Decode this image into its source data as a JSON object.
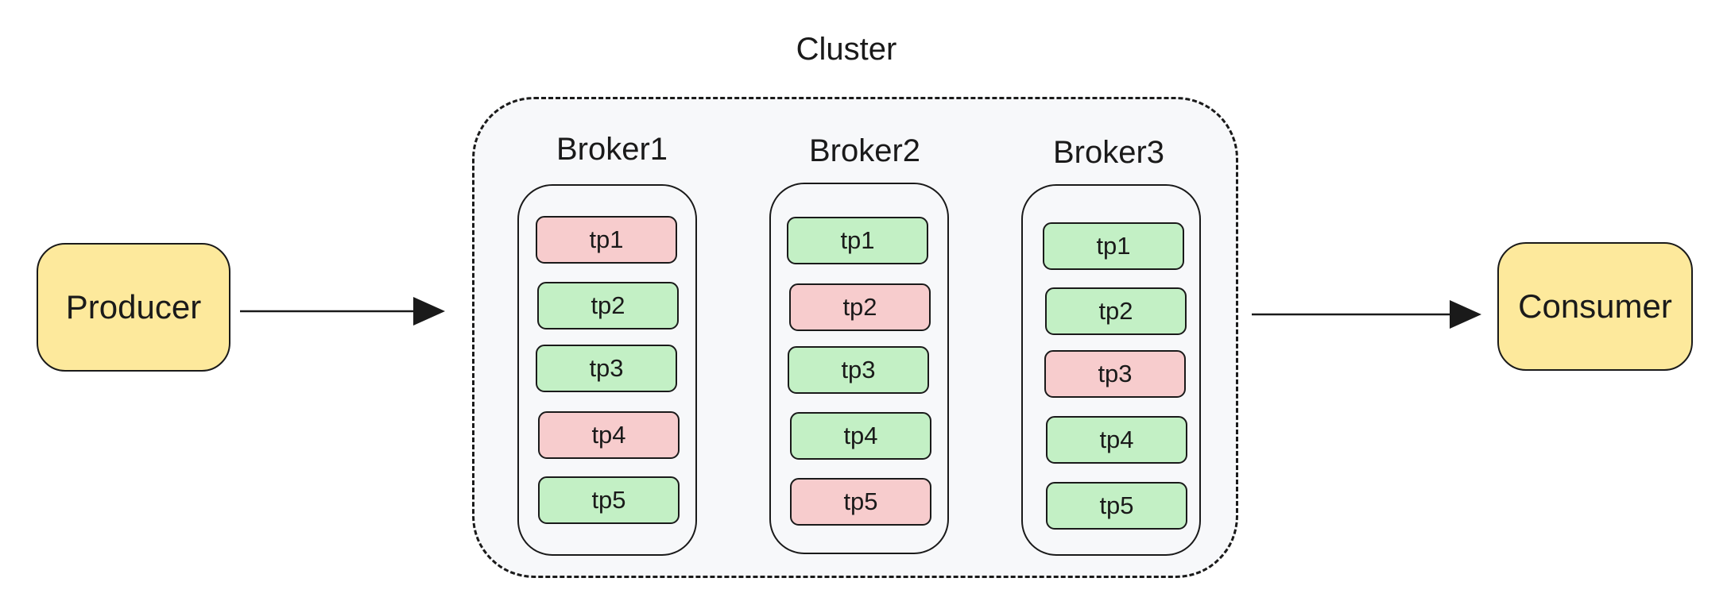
{
  "colors": {
    "endpoint_fill": "#fde99c",
    "partition_green": "#c3f0c5",
    "partition_red": "#f7cccd",
    "cluster_fill": "#f7f8fa",
    "stroke": "#1a1a1a"
  },
  "cluster": {
    "title": "Cluster"
  },
  "producer": {
    "label": "Producer"
  },
  "consumer": {
    "label": "Consumer"
  },
  "brokers": [
    {
      "title": "Broker1",
      "partitions": [
        {
          "label": "tp1",
          "status": "red"
        },
        {
          "label": "tp2",
          "status": "green"
        },
        {
          "label": "tp3",
          "status": "green"
        },
        {
          "label": "tp4",
          "status": "red"
        },
        {
          "label": "tp5",
          "status": "green"
        }
      ]
    },
    {
      "title": "Broker2",
      "partitions": [
        {
          "label": "tp1",
          "status": "green"
        },
        {
          "label": "tp2",
          "status": "red"
        },
        {
          "label": "tp3",
          "status": "green"
        },
        {
          "label": "tp4",
          "status": "green"
        },
        {
          "label": "tp5",
          "status": "red"
        }
      ]
    },
    {
      "title": "Broker3",
      "partitions": [
        {
          "label": "tp1",
          "status": "green"
        },
        {
          "label": "tp2",
          "status": "green"
        },
        {
          "label": "tp3",
          "status": "red"
        },
        {
          "label": "tp4",
          "status": "green"
        },
        {
          "label": "tp5",
          "status": "green"
        }
      ]
    }
  ]
}
